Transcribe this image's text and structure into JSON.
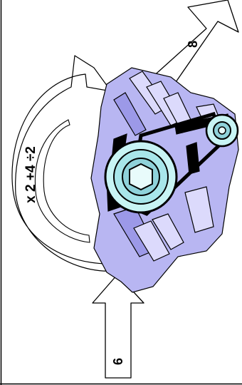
{
  "diagram": {
    "input_value": "6",
    "output_value": "8",
    "operations_label": "x 2 +4 ÷2",
    "machine_icon": "function-machine-gears-icon",
    "colors": {
      "machine_fill": "#b8b6f2",
      "machine_light": "#dcdafc",
      "pulley_fill": "#c8f4f4",
      "outline": "#000000"
    }
  }
}
